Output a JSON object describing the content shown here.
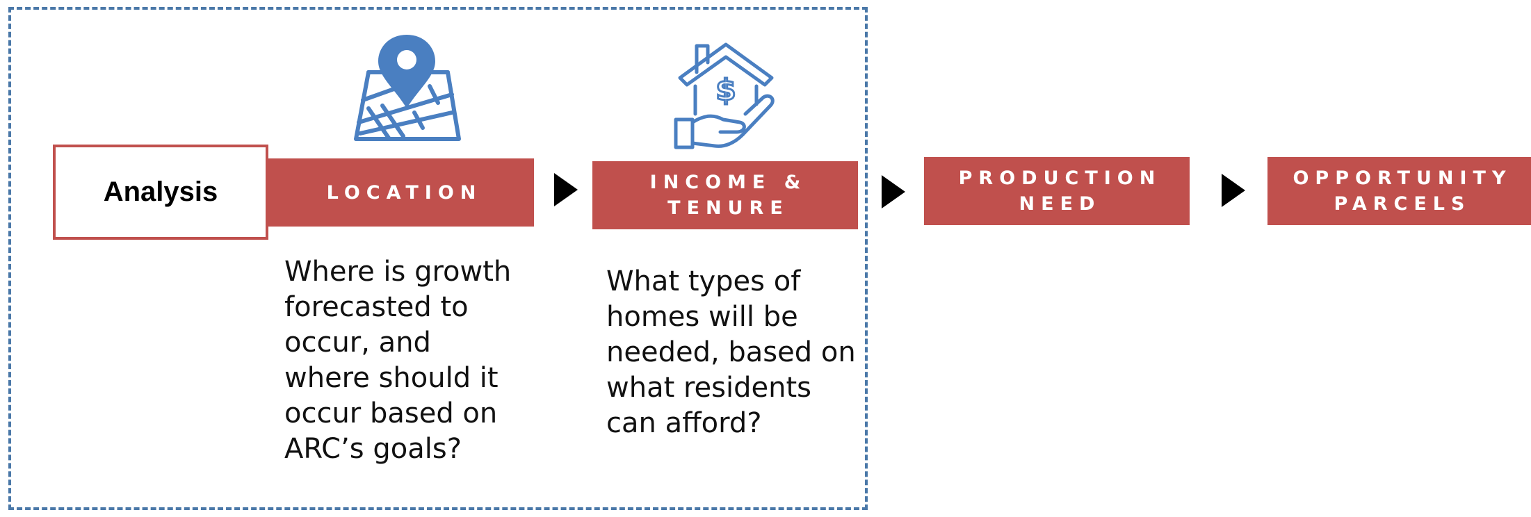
{
  "analysis": {
    "label": "Analysis"
  },
  "stages": [
    {
      "label": "LOCATION",
      "icon": "map-pin-icon"
    },
    {
      "label": "INCOME &\nTENURE",
      "icon": "house-in-hand-dollar-icon"
    },
    {
      "label": "PRODUCTION\nNEED"
    },
    {
      "label": "OPPORTUNITY\nPARCELS"
    }
  ],
  "descriptions": {
    "location": "Where is growth\nforecasted to\noccur, and\nwhere should it\noccur based on\nARC’s goals?",
    "income": "What types of\nhomes will be\nneeded, based on\nwhat residents\ncan afford?"
  },
  "colors": {
    "stage": "#c0504d",
    "icon": "#4a7fc1",
    "frame": "#4a78a8",
    "arrow": "#000000"
  }
}
